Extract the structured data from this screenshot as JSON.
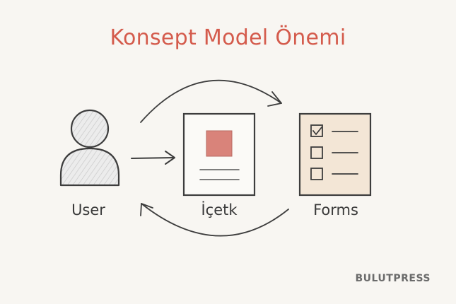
{
  "title": "Konsept Model Önemi",
  "nodes": {
    "user_label": "User",
    "content_label": "İçetk",
    "forms_label": "Forms"
  },
  "brand": "BULUTPRESS",
  "colors": {
    "title": "#d45b4c",
    "content_square": "#d9837a",
    "forms_panel": "#f3e6d6",
    "stroke": "#3d3d3d",
    "background": "#f8f6f2"
  }
}
